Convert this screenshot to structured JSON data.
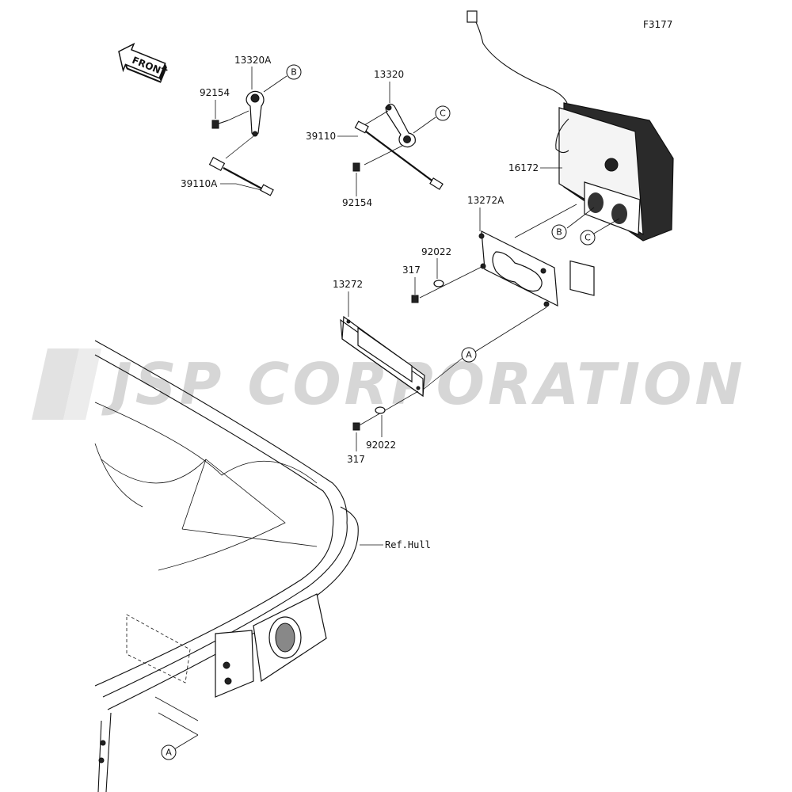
{
  "figure_code": "F3177",
  "watermark": "JSP CORPORATION",
  "front_marker": "FRONT",
  "parts": {
    "p13320A": "13320A",
    "p92154_left": "92154",
    "p39110A": "39110A",
    "p13320": "13320",
    "p39110": "39110",
    "p92154_mid": "92154",
    "p16172": "16172",
    "p13272A": "13272A",
    "p92022_top": "92022",
    "p317_top": "317",
    "p13272": "13272",
    "p317_bottom": "317",
    "p92022_bottom": "92022",
    "ref_hull": "Ref.Hull"
  },
  "callouts": {
    "b_left": "B",
    "c_mid": "C",
    "b_meter": "B",
    "c_meter": "C",
    "a_gasket": "A",
    "a_hull": "A"
  }
}
